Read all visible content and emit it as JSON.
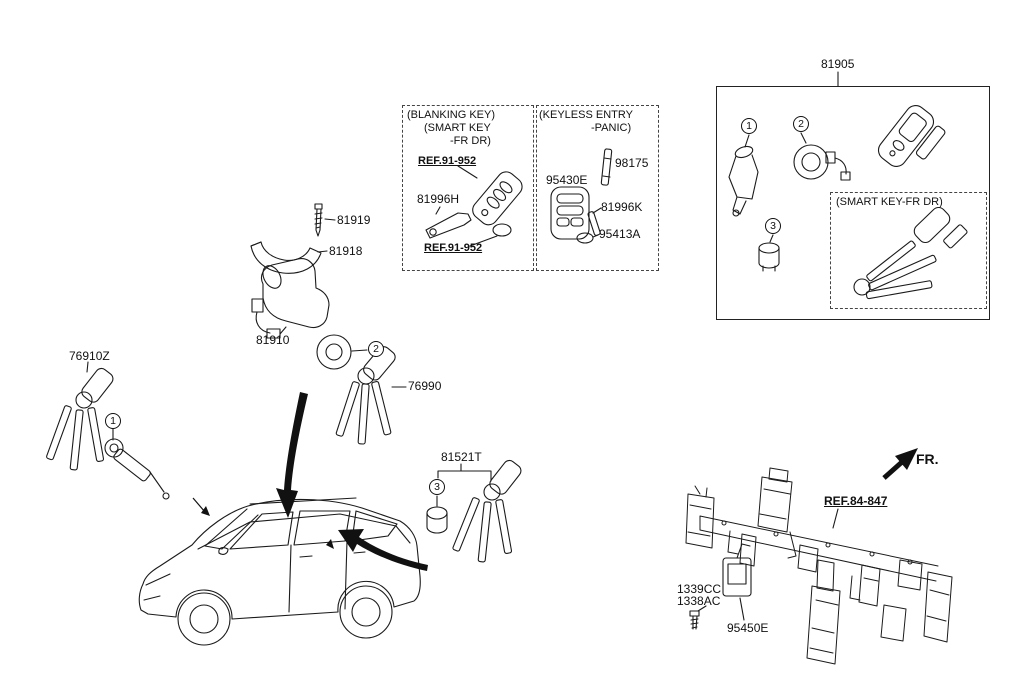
{
  "diagram": {
    "assembly_box": {
      "part_no": "81905",
      "inner_label": "(SMART KEY-FR DR)"
    },
    "blanking_box": {
      "title": "(BLANKING KEY)",
      "subtitle1": "(SMART KEY",
      "subtitle2": "-FR DR)",
      "ref_top": "REF.91-952",
      "blade_part": "81996H",
      "ref_bottom": "REF.91-952"
    },
    "keyless_box": {
      "title": "(KEYLESS ENTRY",
      "subtitle": "-PANIC)",
      "battery_part": "98175",
      "remote_part": "95430E",
      "blade_part": "81996K",
      "coin_part": "95413A"
    },
    "parts": {
      "screw": "81919",
      "cover": "81918",
      "ignition_lock": "81910",
      "key_set_center": "76990",
      "key_set_left": "76910Z",
      "key_set_right": "81521T",
      "bolt_a": "1339CC",
      "bolt_b": "1338AC",
      "crash_pad_module": "95450E"
    },
    "crossmember": {
      "direction": "FR.",
      "ref": "REF.84-847"
    },
    "callouts": {
      "c1": "1",
      "c2": "2",
      "c3": "3"
    }
  }
}
